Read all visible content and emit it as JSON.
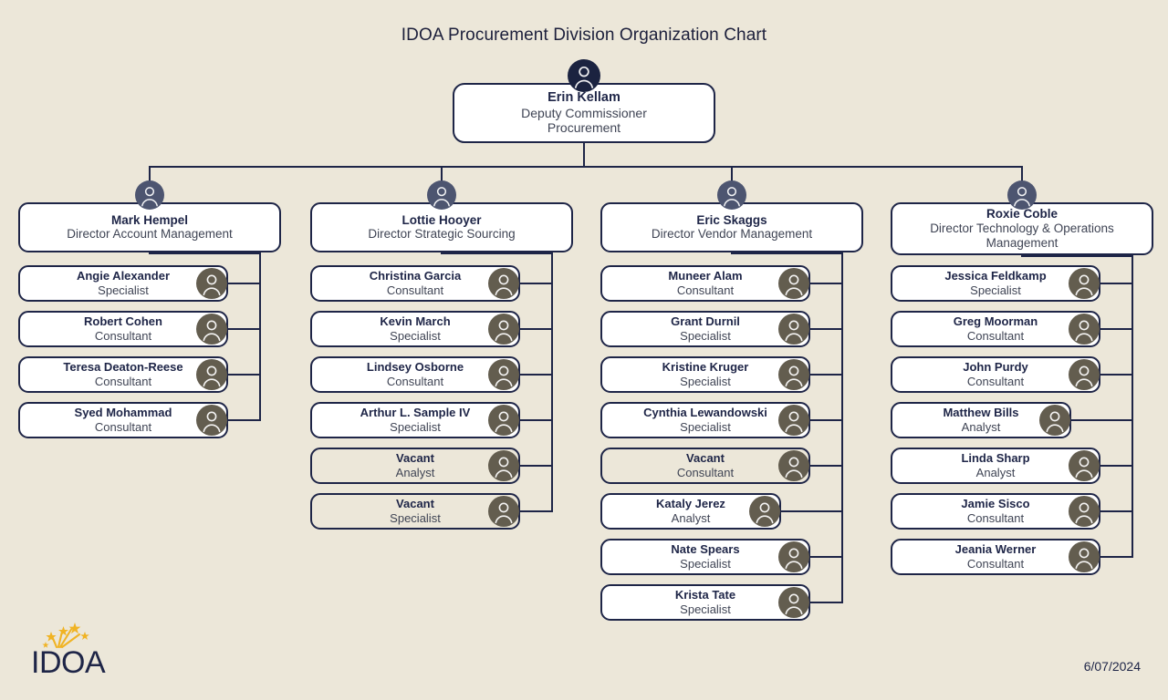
{
  "page": {
    "title": "IDOA Procurement Division Organization Chart",
    "date": "6/07/2024",
    "background_color": "#ece7d9",
    "line_color": "#1e2547",
    "card_border_color": "#1e2547",
    "card_fill_color": "#ffffff",
    "vacant_card_fill_color": "#ece7d9",
    "root_avatar_color": "#1b2340",
    "director_avatar_color": "#4d5570",
    "staff_avatar_color": "#635d4f",
    "logo_text": "IDOA",
    "logo_text_color": "#1e2547",
    "logo_star_color": "#f0b323"
  },
  "root": {
    "name": "Erin Kellam",
    "title_line1": "Deputy Commissioner",
    "title_line2": "Procurement",
    "avatar_icon": "person-icon"
  },
  "columns": [
    {
      "director": {
        "name": "Mark Hempel",
        "title_line1": "Director Account Management",
        "title_line2": "",
        "avatar_icon": "person-icon"
      },
      "staff": [
        {
          "name": "Angie Alexander",
          "title": "Specialist",
          "vacant": false,
          "narrow": false,
          "avatar_icon": "person-icon"
        },
        {
          "name": "Robert Cohen",
          "title": "Consultant",
          "vacant": false,
          "narrow": false,
          "avatar_icon": "person-icon"
        },
        {
          "name": "Teresa Deaton-Reese",
          "title": "Consultant",
          "vacant": false,
          "narrow": false,
          "avatar_icon": "person-icon"
        },
        {
          "name": "Syed Mohammad",
          "title": "Consultant",
          "vacant": false,
          "narrow": false,
          "avatar_icon": "person-icon"
        }
      ]
    },
    {
      "director": {
        "name": "Lottie Hooyer",
        "title_line1": "Director Strategic Sourcing",
        "title_line2": "",
        "avatar_icon": "person-icon"
      },
      "staff": [
        {
          "name": "Christina Garcia",
          "title": "Consultant",
          "vacant": false,
          "narrow": false,
          "avatar_icon": "person-icon"
        },
        {
          "name": "Kevin March",
          "title": "Specialist",
          "vacant": false,
          "narrow": false,
          "avatar_icon": "person-icon"
        },
        {
          "name": "Lindsey Osborne",
          "title": "Consultant",
          "vacant": false,
          "narrow": false,
          "avatar_icon": "person-icon"
        },
        {
          "name": "Arthur L. Sample IV",
          "title": "Specialist",
          "vacant": false,
          "narrow": false,
          "avatar_icon": "person-icon"
        },
        {
          "name": "Vacant",
          "title": "Analyst",
          "vacant": true,
          "narrow": false,
          "avatar_icon": "person-icon"
        },
        {
          "name": "Vacant",
          "title": "Specialist",
          "vacant": true,
          "narrow": false,
          "avatar_icon": "person-icon"
        }
      ]
    },
    {
      "director": {
        "name": "Eric Skaggs",
        "title_line1": "Director Vendor Management",
        "title_line2": "",
        "avatar_icon": "person-icon"
      },
      "staff": [
        {
          "name": "Muneer Alam",
          "title": "Consultant",
          "vacant": false,
          "narrow": false,
          "avatar_icon": "person-icon"
        },
        {
          "name": "Grant Durnil",
          "title": "Specialist",
          "vacant": false,
          "narrow": false,
          "avatar_icon": "person-icon"
        },
        {
          "name": "Kristine Kruger",
          "title": "Specialist",
          "vacant": false,
          "narrow": false,
          "avatar_icon": "person-icon"
        },
        {
          "name": "Cynthia Lewandowski",
          "title": "Specialist",
          "vacant": false,
          "narrow": false,
          "avatar_icon": "person-icon"
        },
        {
          "name": "Vacant",
          "title": "Consultant",
          "vacant": true,
          "narrow": false,
          "avatar_icon": "person-icon"
        },
        {
          "name": "Kataly Jerez",
          "title": "Analyst",
          "vacant": false,
          "narrow": true,
          "avatar_icon": "person-icon"
        },
        {
          "name": "Nate Spears",
          "title": "Specialist",
          "vacant": false,
          "narrow": false,
          "avatar_icon": "person-icon"
        },
        {
          "name": "Krista Tate",
          "title": "Specialist",
          "vacant": false,
          "narrow": false,
          "avatar_icon": "person-icon"
        }
      ]
    },
    {
      "director": {
        "name": "Roxie Coble",
        "title_line1": "Director Technology & Operations",
        "title_line2": "Management",
        "avatar_icon": "person-icon"
      },
      "staff": [
        {
          "name": "Jessica Feldkamp",
          "title": "Specialist",
          "vacant": false,
          "narrow": false,
          "avatar_icon": "person-icon"
        },
        {
          "name": "Greg Moorman",
          "title": "Consultant",
          "vacant": false,
          "narrow": false,
          "avatar_icon": "person-icon"
        },
        {
          "name": "John Purdy",
          "title": "Consultant",
          "vacant": false,
          "narrow": false,
          "avatar_icon": "person-icon"
        },
        {
          "name": "Matthew Bills",
          "title": "Analyst",
          "vacant": false,
          "narrow": true,
          "avatar_icon": "person-icon"
        },
        {
          "name": "Linda Sharp",
          "title": "Analyst",
          "vacant": false,
          "narrow": false,
          "avatar_icon": "person-icon"
        },
        {
          "name": "Jamie Sisco",
          "title": "Consultant",
          "vacant": false,
          "narrow": false,
          "avatar_icon": "person-icon"
        },
        {
          "name": "Jeania Werner",
          "title": "Consultant",
          "vacant": false,
          "narrow": false,
          "avatar_icon": "person-icon"
        }
      ]
    }
  ]
}
